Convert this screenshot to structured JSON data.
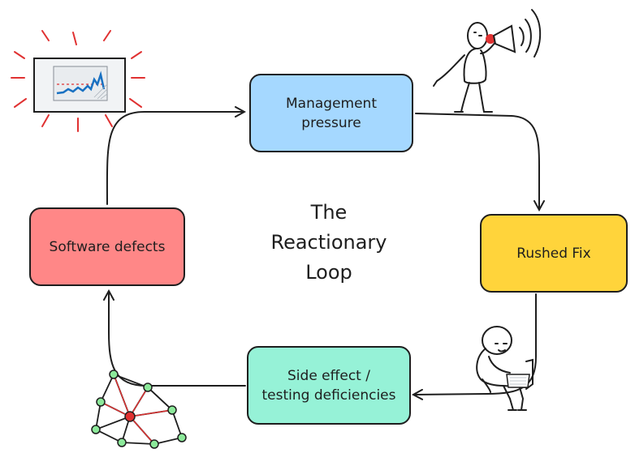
{
  "title": {
    "lines": [
      "The",
      "Reactionary",
      "Loop"
    ]
  },
  "nodes": {
    "management": {
      "lines": [
        "Management",
        "pressure"
      ],
      "color": "#a5d8ff"
    },
    "rushed_fix": {
      "lines": [
        "Rushed Fix"
      ],
      "color": "#ffd43b"
    },
    "side_effect": {
      "lines": [
        "Side effect /",
        "testing deficiencies"
      ],
      "color": "#96f2d7"
    },
    "defects": {
      "lines": [
        "Software defects"
      ],
      "color": "#ff8787"
    }
  },
  "illustrations": {
    "monitor": "alert-monitor-icon",
    "manager": "megaphone-figure-icon",
    "developer": "laptop-figure-icon",
    "network": "network-graph-icon"
  },
  "colors": {
    "stroke": "#1e1e1e",
    "alert_red": "#e03131",
    "chart_blue": "#1971c2",
    "node_green": "#8ce99a",
    "node_red": "#e03131"
  }
}
